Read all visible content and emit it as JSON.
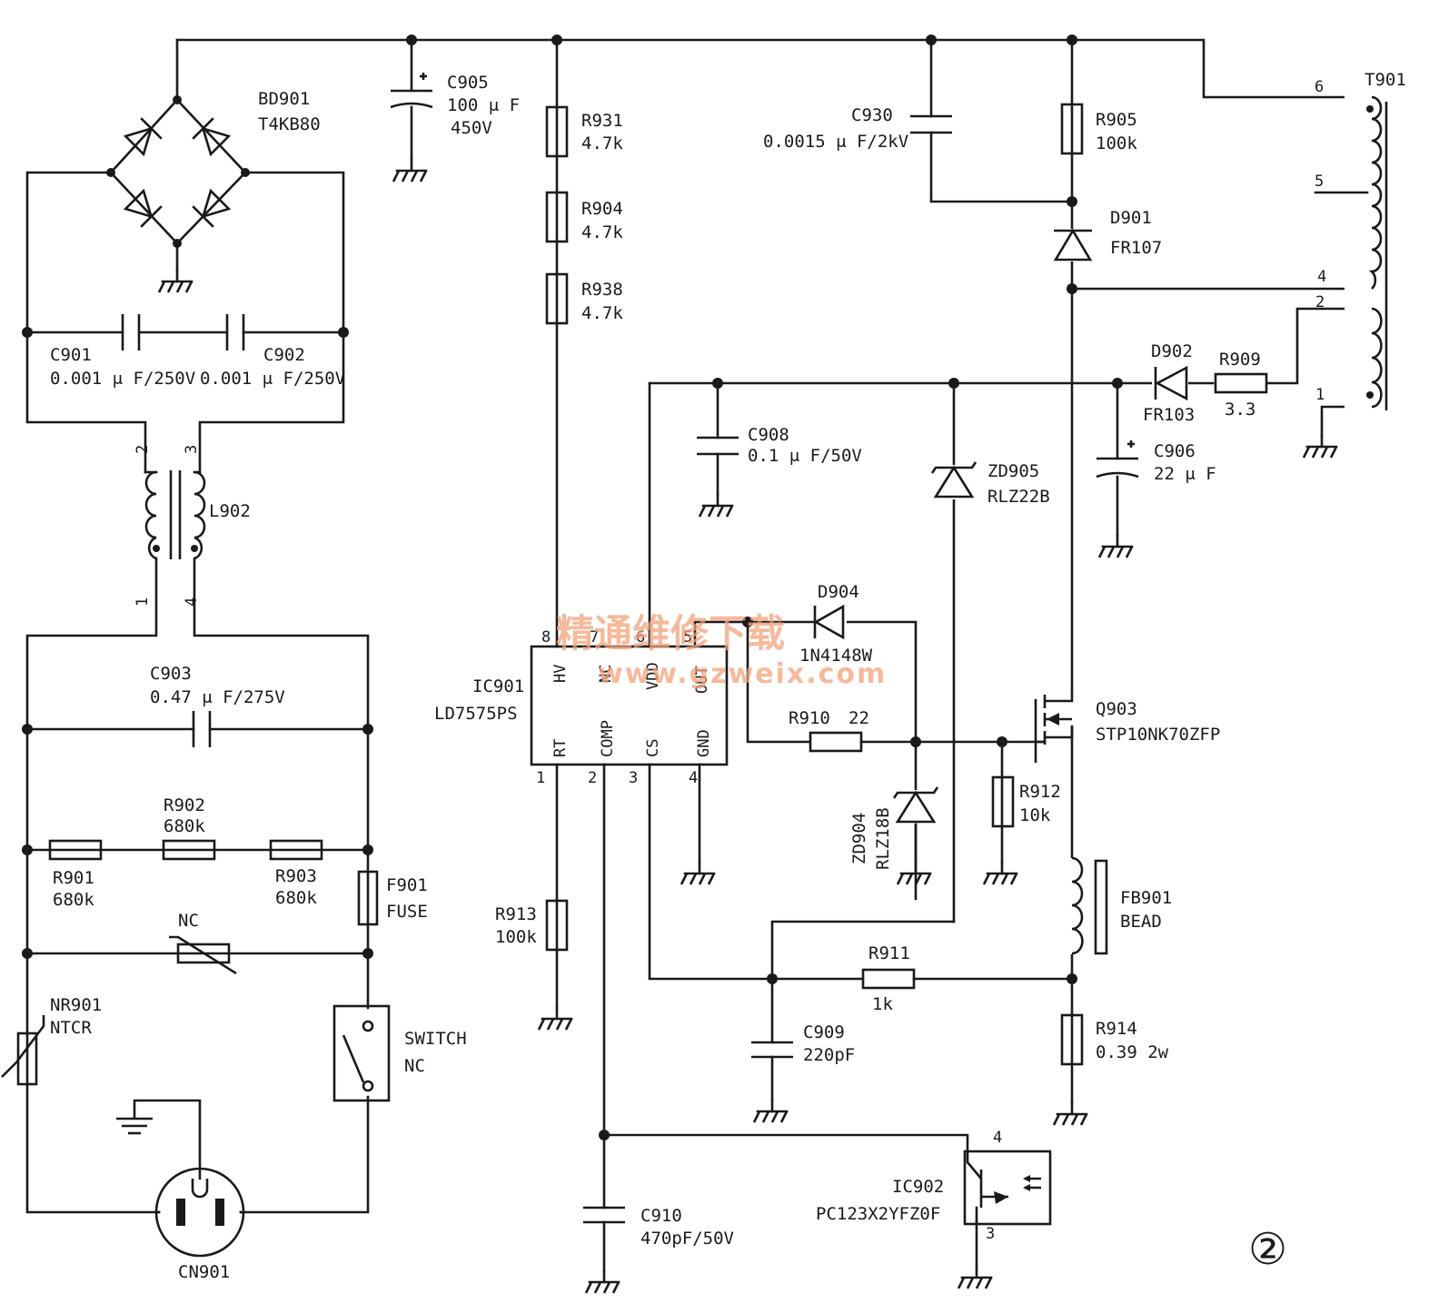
{
  "labels": {
    "bd901": "BD901",
    "bd901_v": "T4KB80",
    "c905": "C905",
    "c905_v1": "100 μ F",
    "c905_v2": "450V",
    "r931": "R931",
    "r931_v": "4.7k",
    "r904": "R904",
    "r904_v": "4.7k",
    "r938": "R938",
    "r938_v": "4.7k",
    "c930": "C930",
    "c930_v": "0.0015 μ F/2kV",
    "r905": "R905",
    "r905_v": "100k",
    "d901": "D901",
    "d901_v": "FR107",
    "t901": "T901",
    "d902": "D902",
    "d902_v": "FR103",
    "r909": "R909",
    "r909_v": "3.3",
    "c908": "C908",
    "c908_v": "0.1 μ F/50V",
    "zd905": "ZD905",
    "zd905_v": "RLZ22B",
    "c906": "C906",
    "c906_v": "22 μ F",
    "c901": "C901",
    "c901_v": "0.001 μ F/250V",
    "c902": "C902",
    "c902_v": "0.001 μ F/250V",
    "l902": "L902",
    "c903": "C903",
    "c903_v": "0.47 μ F/275V",
    "r902": "R902",
    "r902_v": "680k",
    "r901": "R901",
    "r901_v": "680k",
    "r903": "R903",
    "r903_v": "680k",
    "f901": "F901",
    "f901_v": "FUSE",
    "nc_top": "NC",
    "nr901": "NR901",
    "nr901_v": "NTCR",
    "switch": "SWITCH",
    "switch_v": "NC",
    "cn901": "CN901",
    "ic901": "IC901",
    "ic901_v": "LD7575PS",
    "pin_hv": "HV",
    "pin_nc": "NC",
    "pin_vdd": "VDD",
    "pin_out": "OUT",
    "pin_rt": "RT",
    "pin_comp": "COMP",
    "pin_cs": "CS",
    "pin_gnd": "GND",
    "d904": "D904",
    "d904_v": "1N4148W",
    "r910": "R910",
    "r910_v": "22",
    "q903": "Q903",
    "q903_v": "STP10NK70ZFP",
    "zd904": "ZD904",
    "zd904_v": "RLZ18B",
    "r912": "R912",
    "r912_v": "10k",
    "fb901": "FB901",
    "fb901_v": "BEAD",
    "r913": "R913",
    "r913_v": "100k",
    "r911": "R911",
    "r911_v": "1k",
    "c909": "C909",
    "c909_v": "220pF",
    "r914": "R914",
    "r914_v": "0.39 2w",
    "ic902": "IC902",
    "ic902_v": "PC123X2YFZ0F",
    "c910": "C910",
    "c910_v": "470pF/50V",
    "figure_no": "②"
  },
  "pins": {
    "t901": [
      "6",
      "5",
      "4",
      "2",
      "1"
    ],
    "l902": [
      "2",
      "3",
      "1",
      "4"
    ],
    "ic901": [
      "8",
      "7",
      "6",
      "5",
      "1",
      "2",
      "3",
      "4"
    ],
    "ic902": [
      "4",
      "3"
    ]
  },
  "watermark": {
    "line1": "精通维修下载",
    "line2": "www.gzweix.com"
  }
}
